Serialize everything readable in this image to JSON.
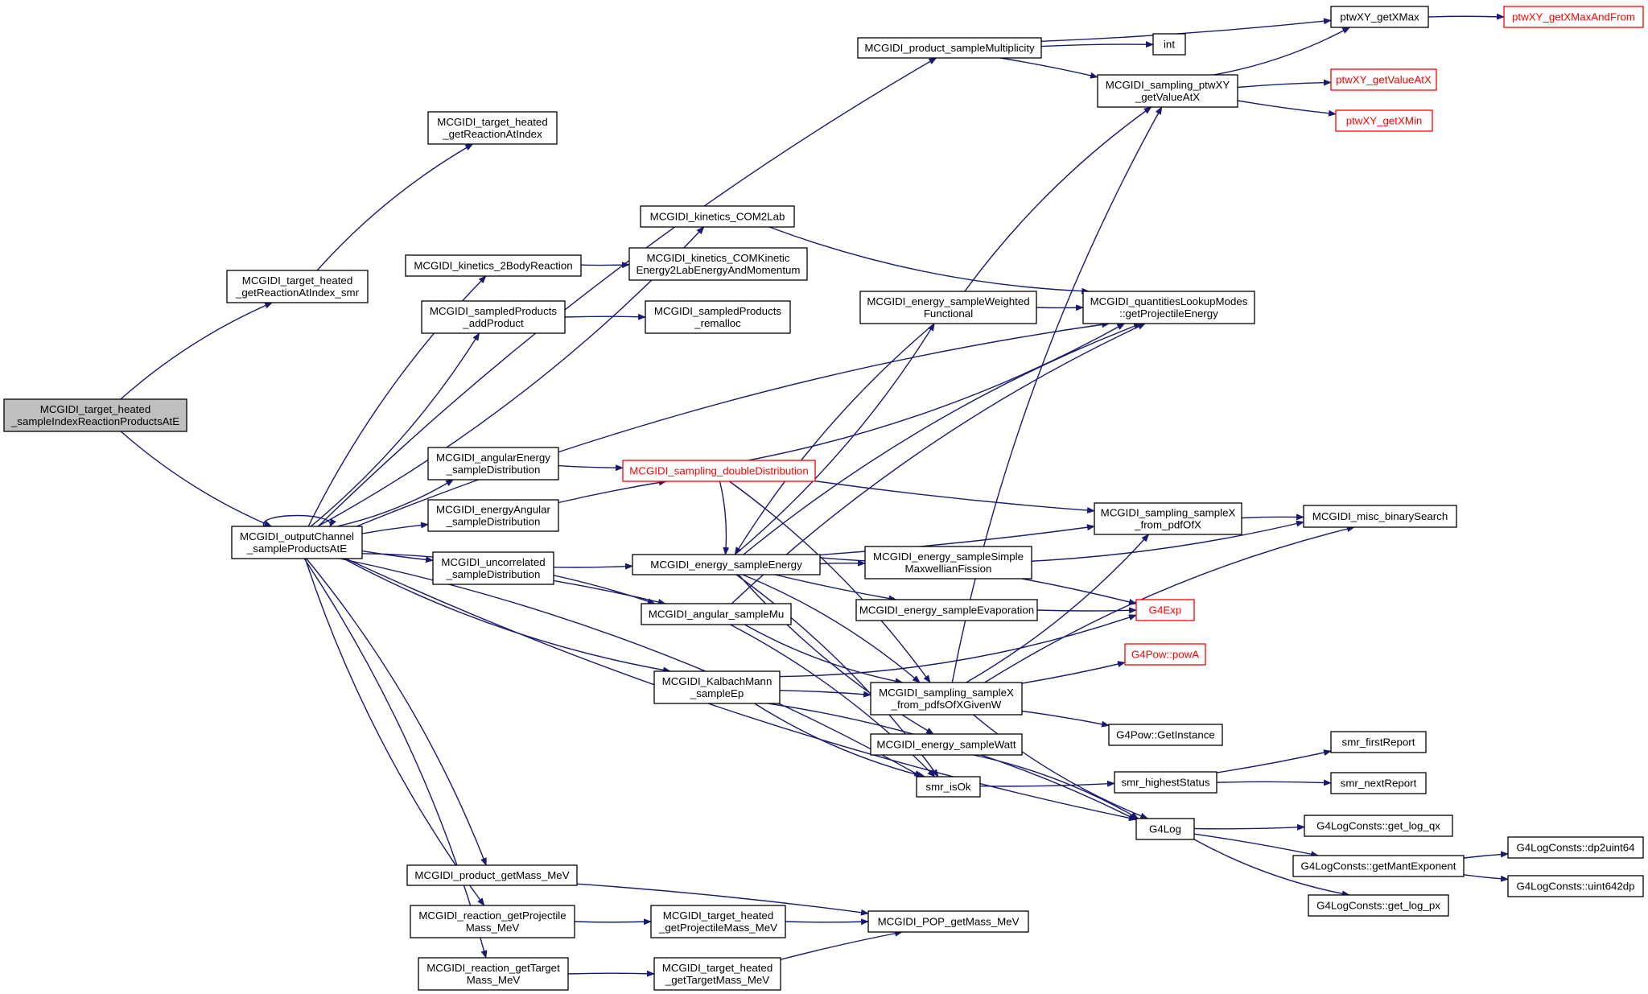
{
  "graph": {
    "title": "",
    "edge_color": "#191970",
    "truncated_color": "#ff0000",
    "root_fill": "#bfbfbf",
    "nodes": [
      {
        "id": "root",
        "lines": [
          "MCGIDI_target_heated",
          "_sampleIndexReactionProductsAtE"
        ],
        "style": "root"
      },
      {
        "id": "getReactionAtIndex_smr",
        "lines": [
          "MCGIDI_target_heated",
          "_getReactionAtIndex_smr"
        ]
      },
      {
        "id": "getReactionAtIndex",
        "lines": [
          "MCGIDI_target_heated",
          "_getReactionAtIndex"
        ]
      },
      {
        "id": "outputChannel",
        "lines": [
          "MCGIDI_outputChannel",
          "_sampleProductsAtE"
        ]
      },
      {
        "id": "sampleMultiplicity",
        "lines": [
          "MCGIDI_product_sampleMultiplicity"
        ]
      },
      {
        "id": "COM2Lab",
        "lines": [
          "MCGIDI_kinetics_COM2Lab"
        ]
      },
      {
        "id": "twoBody",
        "lines": [
          "MCGIDI_kinetics_2BodyReaction"
        ]
      },
      {
        "id": "COMKinetic",
        "lines": [
          "MCGIDI_kinetics_COMKinetic",
          "Energy2LabEnergyAndMomentum"
        ]
      },
      {
        "id": "addProduct",
        "lines": [
          "MCGIDI_sampledProducts",
          "_addProduct"
        ]
      },
      {
        "id": "remalloc",
        "lines": [
          "MCGIDI_sampledProducts",
          "_remalloc"
        ]
      },
      {
        "id": "angularEnergy",
        "lines": [
          "MCGIDI_angularEnergy",
          "_sampleDistribution"
        ]
      },
      {
        "id": "energyAngular",
        "lines": [
          "MCGIDI_energyAngular",
          "_sampleDistribution"
        ]
      },
      {
        "id": "uncorrelated",
        "lines": [
          "MCGIDI_uncorrelated",
          "_sampleDistribution"
        ]
      },
      {
        "id": "doubleDist",
        "lines": [
          "MCGIDI_sampling_doubleDistribution"
        ],
        "style": "trunc"
      },
      {
        "id": "sampleEnergy",
        "lines": [
          "MCGIDI_energy_sampleEnergy"
        ]
      },
      {
        "id": "sampleMu",
        "lines": [
          "MCGIDI_angular_sampleMu"
        ]
      },
      {
        "id": "kalbach",
        "lines": [
          "MCGIDI_KalbachMann",
          "_sampleEp"
        ]
      },
      {
        "id": "getMass",
        "lines": [
          "MCGIDI_product_getMass_MeV"
        ]
      },
      {
        "id": "reactProj",
        "lines": [
          "MCGIDI_reaction_getProjectile",
          "Mass_MeV"
        ]
      },
      {
        "id": "reactTarget",
        "lines": [
          "MCGIDI_reaction_getTarget",
          "Mass_MeV"
        ]
      },
      {
        "id": "thProj",
        "lines": [
          "MCGIDI_target_heated",
          "_getProjectileMass_MeV"
        ]
      },
      {
        "id": "thTarget",
        "lines": [
          "MCGIDI_target_heated",
          "_getTargetMass_MeV"
        ]
      },
      {
        "id": "popMass",
        "lines": [
          "MCGIDI_POP_getMass_MeV"
        ]
      },
      {
        "id": "weighted",
        "lines": [
          "MCGIDI_energy_sampleWeighted",
          "Functional"
        ]
      },
      {
        "id": "simpleMax",
        "lines": [
          "MCGIDI_energy_sampleSimple",
          "MaxwellianFission"
        ]
      },
      {
        "id": "evaporation",
        "lines": [
          "MCGIDI_energy_sampleEvaporation"
        ]
      },
      {
        "id": "pdfsGivenW",
        "lines": [
          "MCGIDI_sampling_sampleX",
          "_from_pdfsOfXGivenW"
        ]
      },
      {
        "id": "watt",
        "lines": [
          "MCGIDI_energy_sampleWatt"
        ]
      },
      {
        "id": "isOk",
        "lines": [
          "smr_isOk"
        ]
      },
      {
        "id": "intNode",
        "lines": [
          "int"
        ]
      },
      {
        "id": "ptwValueAtX",
        "lines": [
          "MCGIDI_sampling_ptwXY",
          "_getValueAtX"
        ]
      },
      {
        "id": "quantities",
        "lines": [
          "MCGIDI_quantitiesLookupModes",
          "::getProjectileEnergy"
        ]
      },
      {
        "id": "pdfOfX",
        "lines": [
          "MCGIDI_sampling_sampleX",
          "_from_pdfOfX"
        ]
      },
      {
        "id": "G4Exp",
        "lines": [
          "G4Exp"
        ],
        "style": "trunc"
      },
      {
        "id": "powA",
        "lines": [
          "G4Pow::powA"
        ],
        "style": "trunc"
      },
      {
        "id": "powInstance",
        "lines": [
          "G4Pow::GetInstance"
        ]
      },
      {
        "id": "highestStatus",
        "lines": [
          "smr_highestStatus"
        ]
      },
      {
        "id": "G4Log",
        "lines": [
          "G4Log"
        ]
      },
      {
        "id": "getXMax",
        "lines": [
          "ptwXY_getXMax"
        ]
      },
      {
        "id": "getXMaxAndFrom",
        "lines": [
          "ptwXY_getXMaxAndFrom"
        ],
        "style": "trunc"
      },
      {
        "id": "getValueAtX",
        "lines": [
          "ptwXY_getValueAtX"
        ],
        "style": "trunc"
      },
      {
        "id": "getXMin",
        "lines": [
          "ptwXY_getXMin"
        ],
        "style": "trunc"
      },
      {
        "id": "binarySearch",
        "lines": [
          "MCGIDI_misc_binarySearch"
        ]
      },
      {
        "id": "firstReport",
        "lines": [
          "smr_firstReport"
        ]
      },
      {
        "id": "nextReport",
        "lines": [
          "smr_nextReport"
        ]
      },
      {
        "id": "logQx",
        "lines": [
          "G4LogConsts::get_log_qx"
        ]
      },
      {
        "id": "mantExp",
        "lines": [
          "G4LogConsts::getMantExponent"
        ]
      },
      {
        "id": "logPx",
        "lines": [
          "G4LogConsts::get_log_px"
        ]
      },
      {
        "id": "dp2uint64",
        "lines": [
          "G4LogConsts::dp2uint64"
        ]
      },
      {
        "id": "uint642dp",
        "lines": [
          "G4LogConsts::uint642dp"
        ]
      }
    ]
  }
}
